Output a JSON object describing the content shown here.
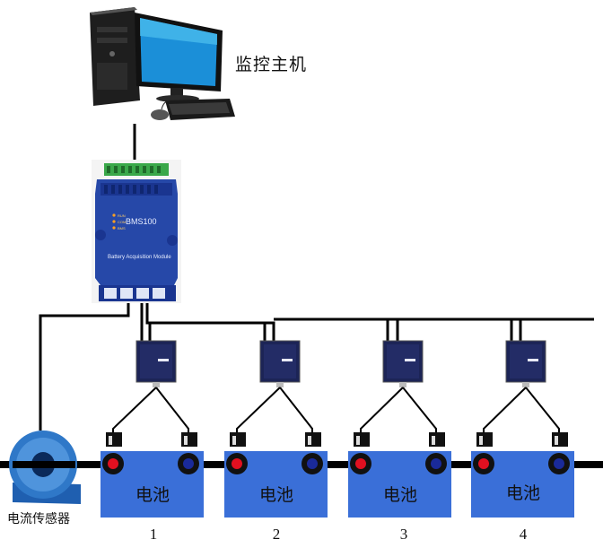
{
  "host": {
    "label": "监控主机"
  },
  "module": {
    "name": "BMS100",
    "subtitle": "Battery Acquisition Module",
    "leds": [
      "RUN",
      "COM",
      "BMS"
    ]
  },
  "sensor": {
    "label": "电流传感器"
  },
  "batteries": [
    {
      "label": "电池",
      "number": "1"
    },
    {
      "label": "电池",
      "number": "2"
    },
    {
      "label": "电池",
      "number": "3"
    },
    {
      "label": "电池",
      "number": "4"
    }
  ],
  "colors": {
    "battery": "#3a6fd8",
    "module": "#2648a8",
    "wire": "#000000",
    "sampler": "#1c2456",
    "terminal_positive": "#e01020",
    "terminal_negative": "#1a2a9a"
  }
}
